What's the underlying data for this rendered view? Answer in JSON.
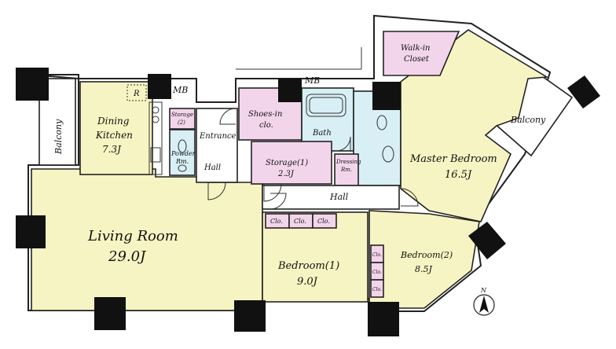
{
  "colors": {
    "living": "#f6f4c2",
    "wet": "#d8eff5",
    "storage": "#f3d5eb",
    "outline": "#222222",
    "column": "#111111"
  },
  "labels": {
    "mb_left": "MB",
    "mb_center": "MB",
    "balcony_left": "Balcony",
    "balcony_right": "Balcony",
    "dining_1": "Dining",
    "dining_2": "Kitchen",
    "dining_area": "7.3J",
    "fridge": "R",
    "storage2_1": "Storage",
    "storage2_2": "(2)",
    "powder_1": "Powder",
    "powder_2": "Rm.",
    "entrance": "Entrance",
    "hall_left": "Hall",
    "shoes_1": "Shoes-in",
    "shoes_2": "clo.",
    "bath": "Bath",
    "storage1_1": "Storage(1)",
    "storage1_2": "2.3J",
    "dressing_1": "Dressing",
    "dressing_2": "Rm.",
    "hall_center": "Hall",
    "walkin_1": "Walk-in",
    "walkin_2": "Closet",
    "master_1": "Master Bedroom",
    "master_2": "16.5J",
    "living_1": "Living Room",
    "living_2": "29.0J",
    "bed1_1": "Bedroom(1)",
    "bed1_2": "9.0J",
    "bed2_1": "Bedroom(2)",
    "bed2_2": "8.5J",
    "clo": "Clo.",
    "north": "N"
  }
}
